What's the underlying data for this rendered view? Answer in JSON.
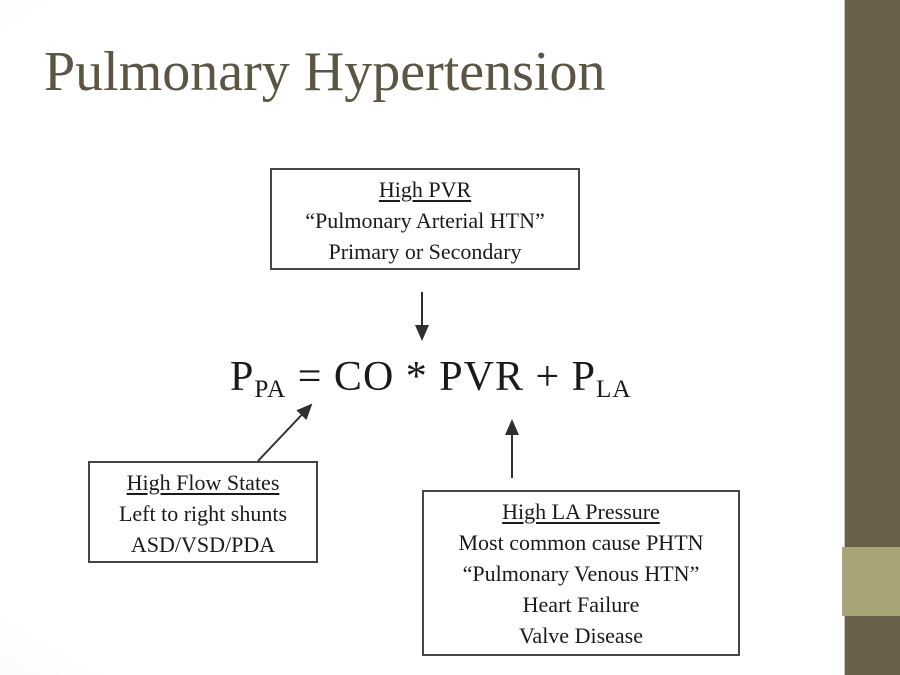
{
  "slide": {
    "title": "Pulmonary Hypertension"
  },
  "boxes": {
    "high_pvr": {
      "title": "High PVR",
      "lines": [
        "“Pulmonary Arterial HTN”",
        "Primary or Secondary"
      ]
    },
    "high_flow": {
      "title": "High Flow States",
      "lines": [
        "Left to right shunts",
        "ASD/VSD/PDA"
      ]
    },
    "high_la": {
      "title": "High LA Pressure",
      "lines": [
        "Most common cause PHTN",
        "“Pulmonary Venous HTN”",
        "Heart Failure",
        "Valve Disease"
      ]
    }
  },
  "formula": {
    "p1": "P",
    "sub1": "PA",
    "body": " = CO * PVR + P",
    "sub2": "LA",
    "full_text": "PPA = CO * PVR + PLA"
  },
  "arrows": [
    {
      "name": "high-pvr-to-formula",
      "direction": "down"
    },
    {
      "name": "high-flow-to-formula",
      "direction": "up-right"
    },
    {
      "name": "high-la-to-formula",
      "direction": "up"
    }
  ],
  "colors": {
    "accent_dark": "#6a5f4b",
    "accent_light": "#a9a378",
    "title": "#5b5545",
    "text": "#1a1a1a",
    "box_border": "#454545",
    "arrow": "#2f2f2f"
  }
}
